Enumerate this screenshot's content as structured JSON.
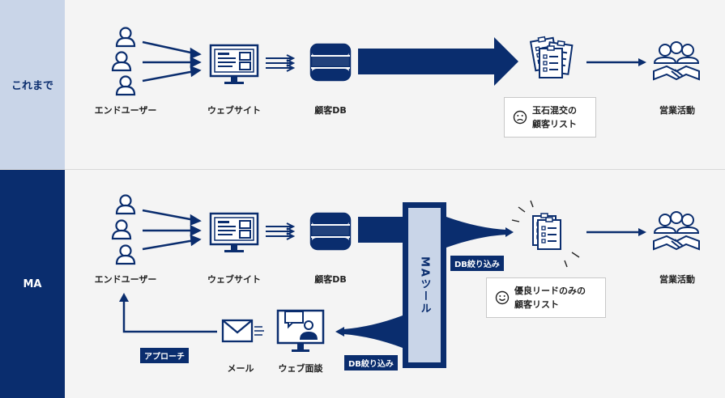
{
  "rows": {
    "current": {
      "label": "これまで"
    },
    "ma": {
      "label": "MA"
    }
  },
  "nodes": {
    "end_user": "エンドユーザー",
    "website": "ウェブサイト",
    "customer_db": "顧客DB",
    "sales": "営業活動",
    "email": "メール",
    "web_meeting": "ウェブ面談"
  },
  "callouts": {
    "mixed_list": [
      "玉石混交の",
      "顧客リスト"
    ],
    "quality_list": [
      "優良リードのみの",
      "顧客リスト"
    ]
  },
  "ma_tool": {
    "label": "MAツール"
  },
  "tags": {
    "db_filter_right": "DB絞り込み",
    "db_filter_left": "DB絞り込み",
    "approach": "アプローチ"
  },
  "colors": {
    "navy": "#0a2d6e",
    "light_blue": "#c9d5e8",
    "background": "#f4f4f4"
  }
}
